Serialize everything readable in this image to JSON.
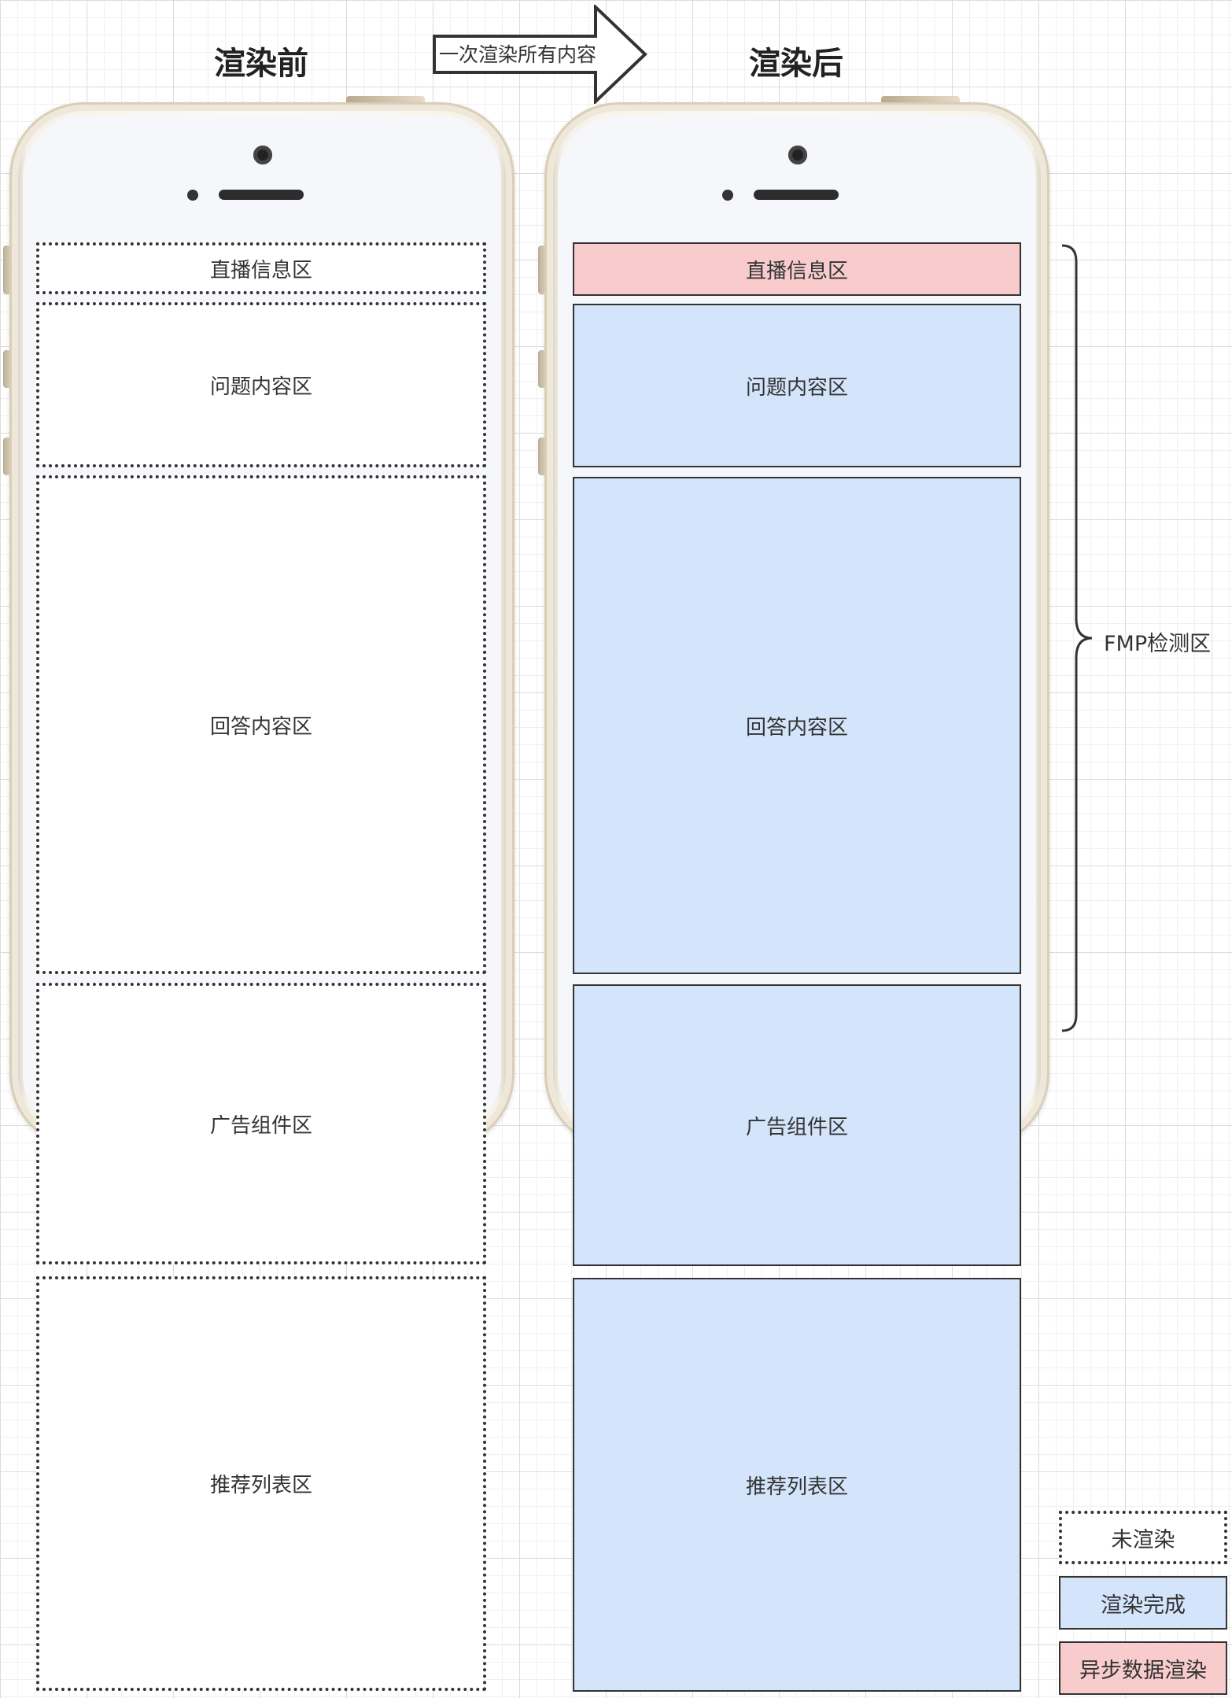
{
  "titles": {
    "before": "渲染前",
    "after": "渲染后"
  },
  "arrow": {
    "label": "一次渲染所有内容"
  },
  "regions": {
    "live_info": "直播信息区",
    "question": "问题内容区",
    "answer": "回答内容区",
    "ad": "广告组件区",
    "recommend": "推荐列表区"
  },
  "fmp": {
    "label": "FMP检测区"
  },
  "legend": {
    "not_rendered": "未渲染",
    "rendered": "渲染完成",
    "async_rendered": "异步数据渲染"
  },
  "colors": {
    "rendered": "#d3e4fb",
    "async_rendered": "#f8cccd",
    "not_rendered": "#ffffff",
    "outline": "#333333"
  }
}
